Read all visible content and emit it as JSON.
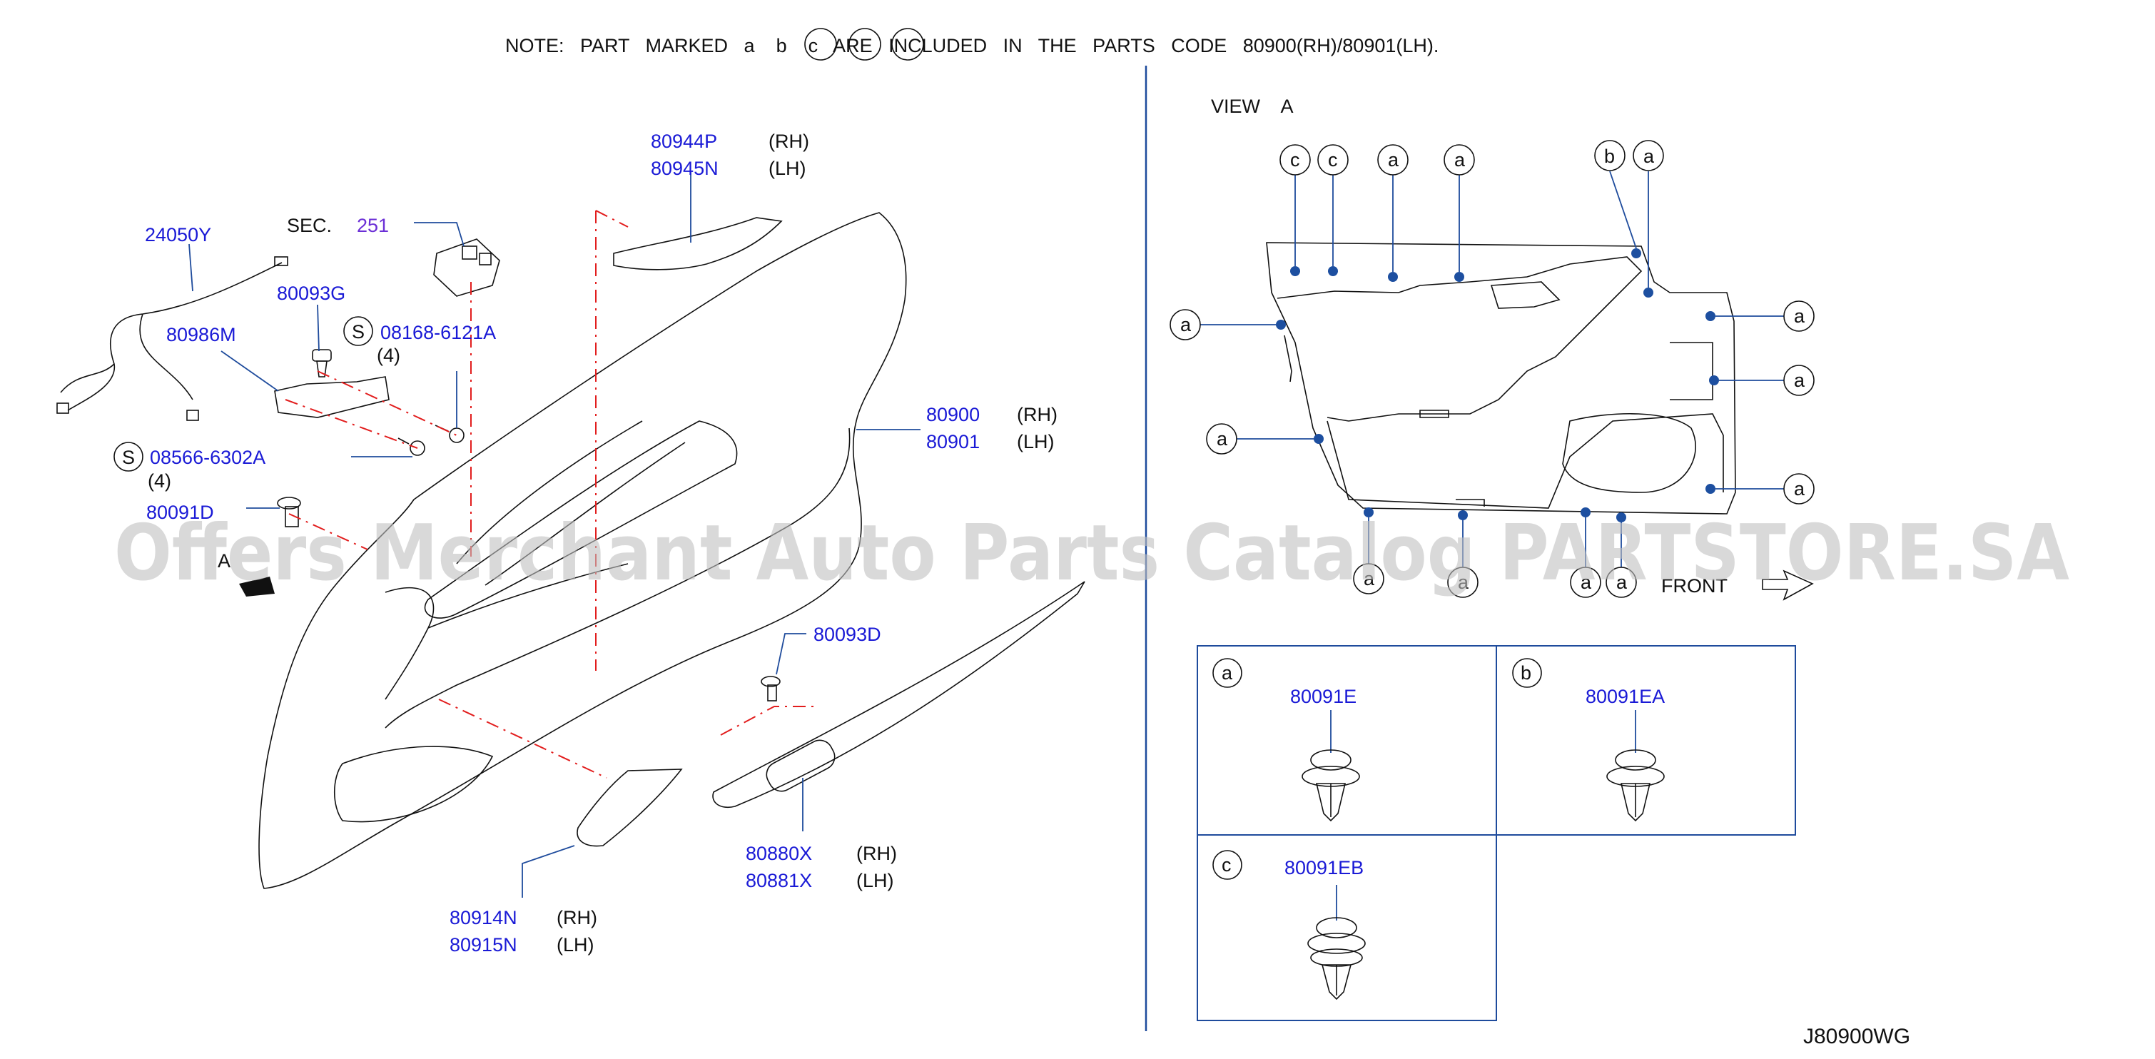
{
  "note": "NOTE:   PART   MARKED   a    b    c   ARE   INCLUDED   IN   THE   PARTS   CODE   80900(RH)/80901(LH).",
  "view_label": "VIEW    A",
  "front_label": "FRONT",
  "drawing_code": "J80900WG",
  "watermark": "Offers Merchant Auto Parts Catalog PARTSTORE.SA",
  "sec_label": "SEC.",
  "sec_num": "251",
  "arrow_a": "A",
  "screw_symbol": "S",
  "parts": {
    "p80944P": "80944P",
    "p80944P_side": "(RH)",
    "p80945N": "80945N",
    "p80945N_side": "(LH)",
    "p24050Y": "24050Y",
    "p80093G": "80093G",
    "p08168": "08168-6121A",
    "p08168_qty": "(4)",
    "p80986M": "80986M",
    "p08566": "08566-6302A",
    "p08566_qty": "(4)",
    "p80091D": "80091D",
    "p80900": "80900",
    "p80900_side": "(RH)",
    "p80901": "80901",
    "p80901_side": "(LH)",
    "p80093D": "80093D",
    "p80880X": "80880X",
    "p80880X_side": "(RH)",
    "p80881X": "80881X",
    "p80881X_side": "(LH)",
    "p80914N": "80914N",
    "p80914N_side": "(RH)",
    "p80915N": "80915N",
    "p80915N_side": "(LH)"
  },
  "clip_table": [
    {
      "letter": "a",
      "part": "80091E"
    },
    {
      "letter": "b",
      "part": "80091EA"
    },
    {
      "letter": "c",
      "part": "80091EB"
    }
  ],
  "view_a_markers": {
    "top": [
      "c",
      "c",
      "a",
      "a",
      "b",
      "a"
    ],
    "right": [
      "a",
      "a",
      "a"
    ],
    "left": [
      "a",
      "a"
    ],
    "bottom": [
      "a",
      "a",
      "a",
      "a"
    ]
  },
  "colors": {
    "label_blue": "#1a1ad6",
    "leader_blue": "#1e4b9c",
    "centerline_red": "#e21d1d",
    "dot_blue": "#1d4fa0"
  }
}
